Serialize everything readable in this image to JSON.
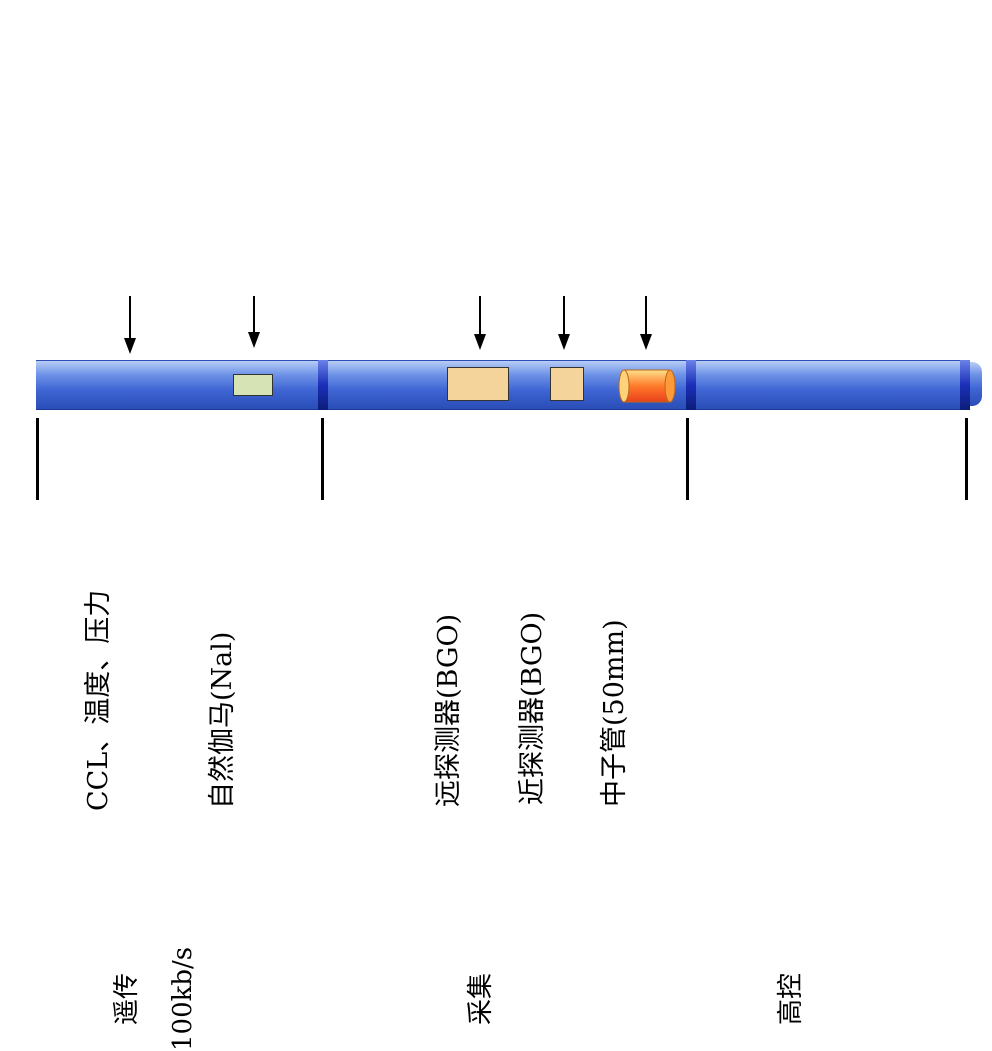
{
  "top_labels": {
    "ccl": "CCL、温度、压力",
    "natural_gamma": "自然伽马(Nal)",
    "far_detector": "远探测器(BGO)",
    "near_detector": "近探测器(BGO)",
    "neutron_tube": "中子管(50mm)"
  },
  "section_labels": {
    "telemetry": "遥传",
    "telemetry_rate": "100kb/s",
    "acquisition": "采集",
    "high_voltage_control": "高控"
  },
  "colors": {
    "tool_body": "#4a6fd8",
    "joint": "#1a2fb8",
    "gamma_sensor": "#d6e3b5",
    "bgo_detector": "#f4d49a",
    "neutron_tube": "#ff7a2a"
  }
}
